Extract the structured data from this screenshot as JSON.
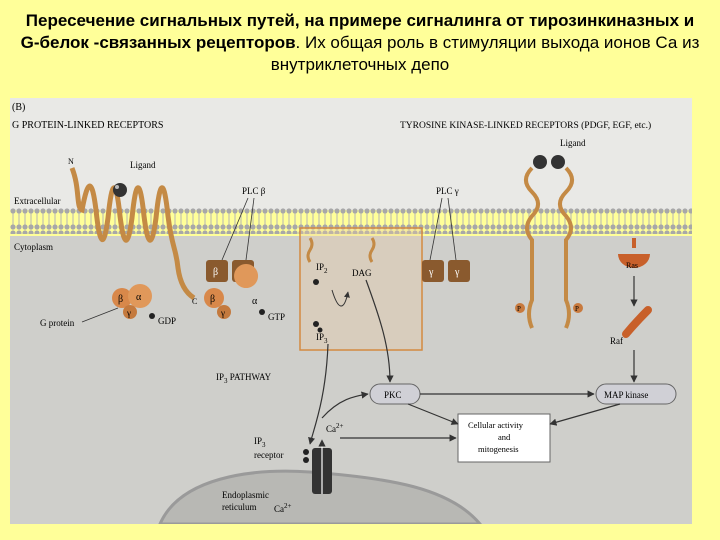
{
  "slide": {
    "title_bold": "Пересечение сигнальных путей, на примере сигналинга от тирозинкиназных и G-белок -связанных рецепторов",
    "title_rest": ". Их общая роль в стимуляции выхода ионов Са из внутриклеточных депо"
  },
  "figure": {
    "panel_letter": "(B)",
    "left_heading": "G PROTEIN-LINKED RECEPTORS",
    "right_heading": "TYROSINE KINASE-LINKED RECEPTORS (PDGF, EGF, etc.)",
    "labels": {
      "n_terminus": "N",
      "ligand_left": "Ligand",
      "ligand_right": "Ligand",
      "extracellular": "Extracellular",
      "cytoplasm": "Cytoplasm",
      "c_terminus": "C",
      "g_protein": "G protein",
      "gdp": "GDP",
      "gtp": "GTP",
      "plc_beta": "PLC β",
      "plc_gamma": "PLC γ",
      "ip2": "IP",
      "ip2_sub": "2",
      "dag": "DAG",
      "ip3": "IP",
      "ip3_sub": "3",
      "ip3_pathway": "IP",
      "ip3_pathway_sub": "3",
      "ip3_pathway_rest": " PATHWAY",
      "ras": "Ras",
      "raf": "Raf",
      "pkc": "PKC",
      "map_kinase": "MAP kinase",
      "ca_top": "Ca",
      "ca_top_sup": "2+",
      "ca_bottom": "Ca",
      "ca_bottom_sup": "2+",
      "ip3_receptor_1": "IP",
      "ip3_receptor_sub": "3",
      "ip3_receptor_2": "receptor",
      "er_1": "Endoplasmic",
      "er_2": "reticulum",
      "cellular_1": "Cellular activity",
      "cellular_2": "and",
      "cellular_3": "mitogenesis",
      "beta": "β",
      "alpha": "α",
      "gamma": "γ",
      "p": "P"
    },
    "colors": {
      "membrane": "#c8c8c8",
      "receptor": "#c48a45",
      "plc": "#8a5a2e",
      "subunit": "#d8884a",
      "ras": "#c8602a",
      "pill": "#d0d0d6"
    }
  }
}
